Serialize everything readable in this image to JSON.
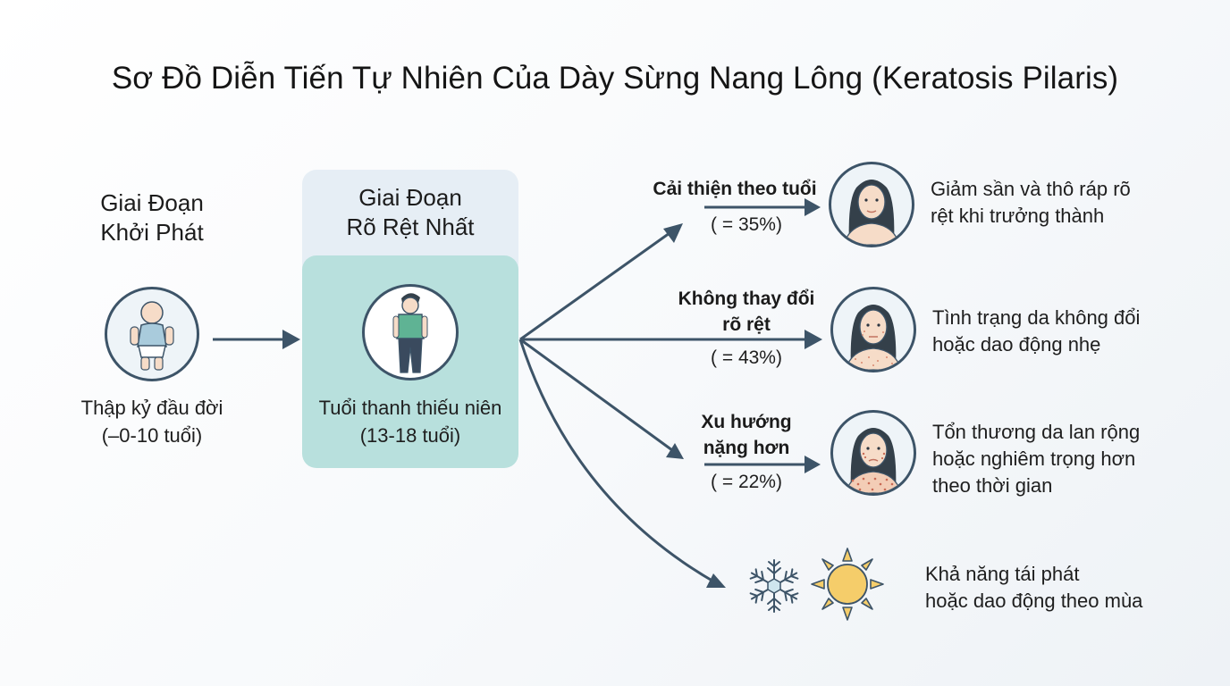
{
  "title": "Sơ Đồ Diễn Tiến Tự Nhiên Của Dày Sừng Nang Lông (Keratosis Pilaris)",
  "onset": {
    "title_line1": "Giai Đoạn",
    "title_line2": "Khởi Phát",
    "caption_line1": "Thập kỷ đầu đời",
    "caption_line2": "(–0-10 tuổi)",
    "icon": "baby-icon"
  },
  "peak": {
    "title_line1": "Giai Đoạn",
    "title_line2": "Rõ Rệt Nhất",
    "caption_line1": "Tuổi thanh thiếu niên",
    "caption_line2": "(13-18 tuổi)",
    "icon": "teenager-icon"
  },
  "outcomes": [
    {
      "label_line1": "Cải thiện theo tuổi",
      "label_line2": "",
      "percent": "( = 35%)",
      "percent_value": 35,
      "description_line1": "Giảm sần và thô ráp rõ",
      "description_line2": "rệt khi trưởng thành",
      "description_line3": "",
      "icon": "clear-skin-face-icon"
    },
    {
      "label_line1": "Không thay đổi",
      "label_line2": "rõ rệt",
      "percent": "( = 43%)",
      "percent_value": 43,
      "description_line1": "Tình trạng da không đổi",
      "description_line2": "hoặc dao động nhẹ",
      "description_line3": "",
      "icon": "mild-bumps-face-icon"
    },
    {
      "label_line1": "Xu hướng",
      "label_line2": "nặng hơn",
      "percent": "( = 22%)",
      "percent_value": 22,
      "description_line1": "Tổn thương da lan rộng",
      "description_line2": "hoặc nghiêm trọng hơn",
      "description_line3": "theo thời gian",
      "icon": "severe-bumps-face-icon"
    }
  ],
  "seasonal": {
    "description_line1": "Khả năng tái phát",
    "description_line2": "hoặc dao động theo mùa",
    "icons": [
      "snowflake-icon",
      "sun-icon"
    ]
  },
  "colors": {
    "arrow": "#3d5468",
    "panel_top": "#e6eef5",
    "panel_bottom": "#b8e0dd",
    "teen_shirt": "#5fb394",
    "skin": "#f6dcc8",
    "hair": "#34404a",
    "sun": "#f5cd6a",
    "snowflake": "#cfe6ee"
  }
}
